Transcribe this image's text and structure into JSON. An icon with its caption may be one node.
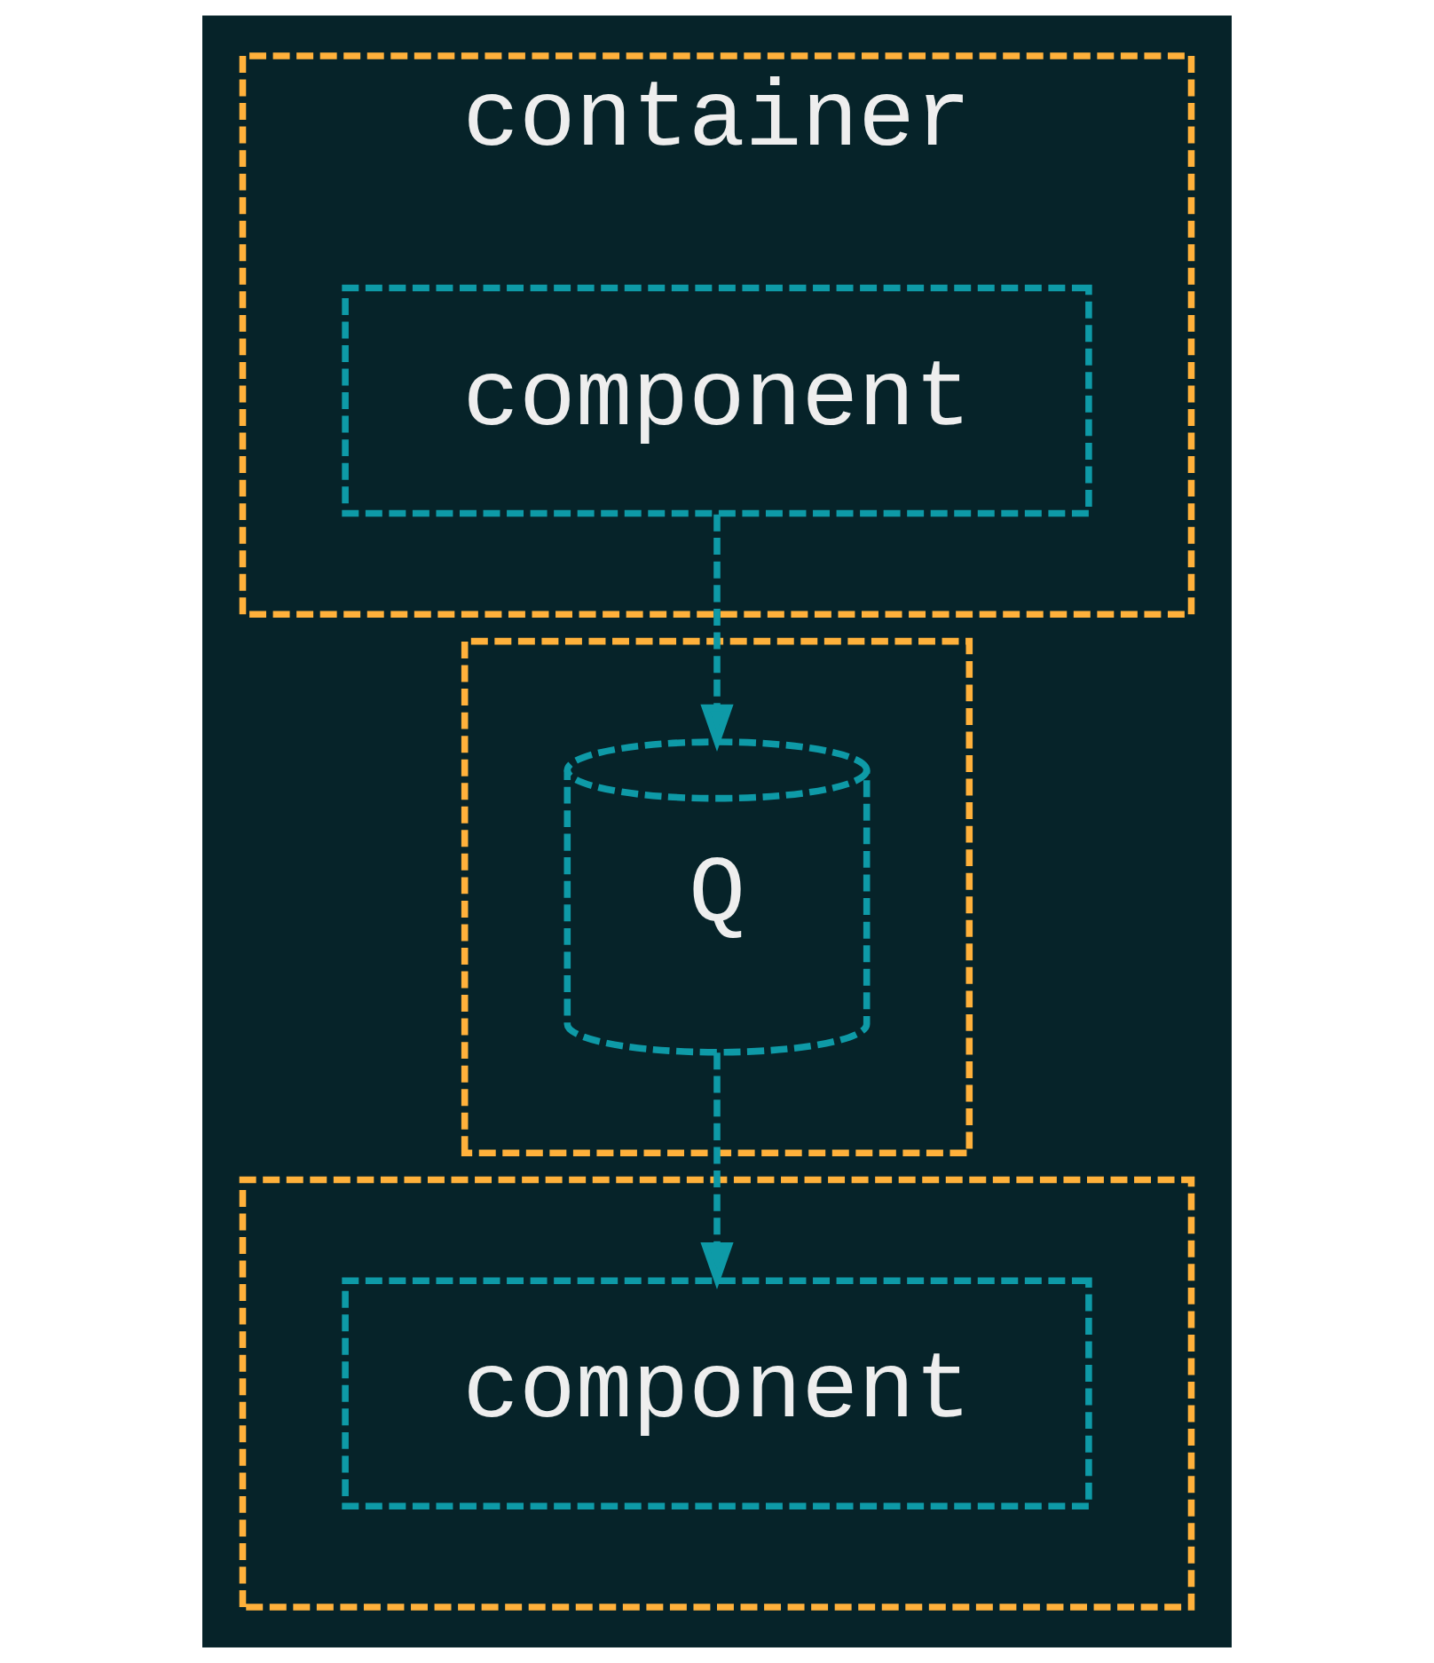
{
  "diagram": {
    "nodes": [
      {
        "text": [
          "container"
        ]
      },
      {
        "text": [
          "component"
        ],
        "in": 0
      },
      {
        "text": [],
        "shape": "box"
      },
      {
        "text": [
          "Q"
        ],
        "in": 2
      },
      {
        "text": [],
        "shape": "box"
      },
      {
        "text": [
          "component"
        ],
        "in": 4
      }
    ],
    "edges": [
      {
        "from": 1,
        "to": 3,
        "arrow": "to",
        "style": "dashed"
      },
      {
        "from": 3,
        "to": 5,
        "arrow": "to",
        "style": "dashed"
      }
    ]
  }
}
